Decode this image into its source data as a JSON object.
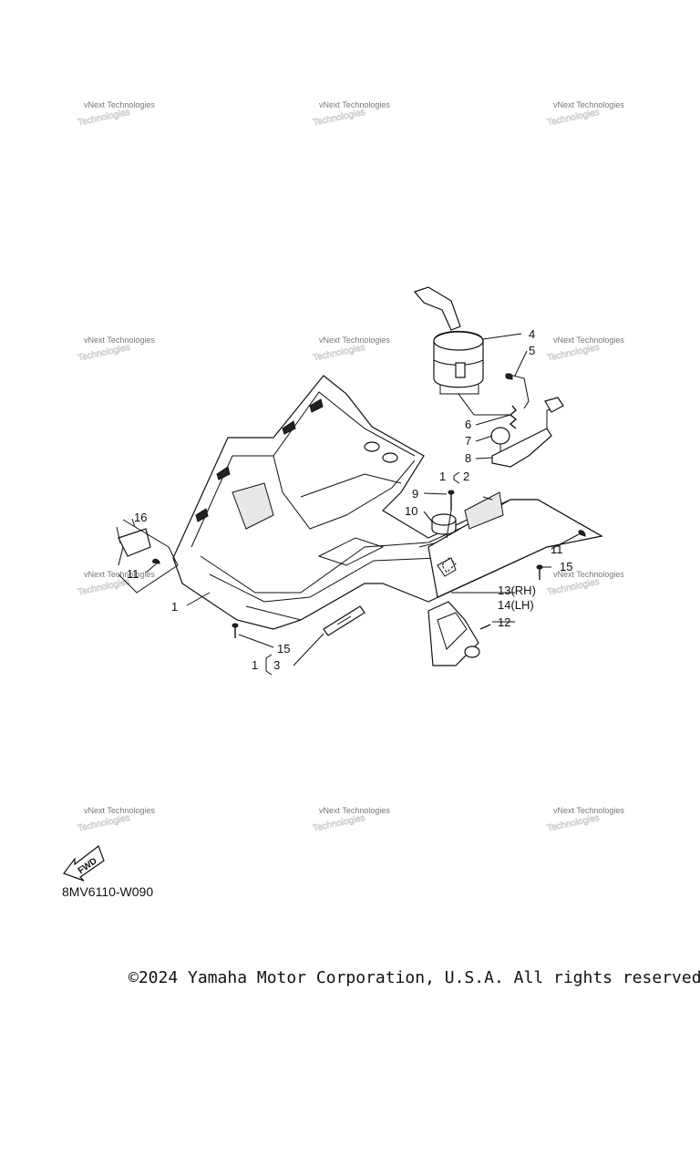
{
  "watermark": {
    "line1": "vNext Technologies",
    "line2": "Technologies"
  },
  "callouts": {
    "c1a": "1",
    "c1b": "1",
    "c1c": "1",
    "c2": "2",
    "c3": "3",
    "c4": "4",
    "c5": "5",
    "c6": "6",
    "c7": "7",
    "c8": "8",
    "c9": "9",
    "c10": "10",
    "c11a": "11",
    "c11b": "11",
    "c12": "12",
    "c13": "13(RH)",
    "c14": "14(LH)",
    "c15a": "15",
    "c15b": "15",
    "c16": "16"
  },
  "fwd_label": "FWD",
  "diagram_code": "8MV6110-W090",
  "copyright": "©2024 Yamaha Motor Corporation, U.S.A. All rights reserved."
}
